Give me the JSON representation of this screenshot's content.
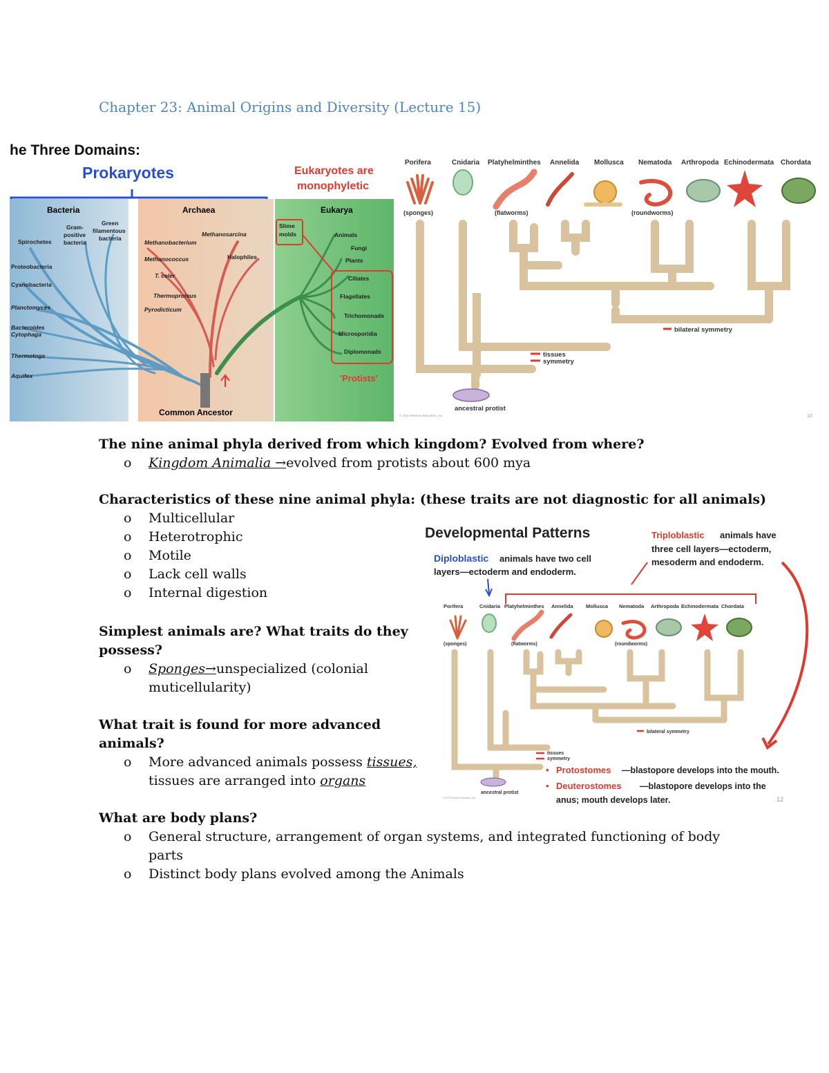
{
  "title": "Chapter 23: Animal Origins and Diversity (Lecture 15)",
  "domains_fig": {
    "heading": "he Three Domains:",
    "prokaryotes": "Prokaryotes",
    "eukaryotes_note_1": "Eukaryotes are",
    "eukaryotes_note_2": "monophyletic",
    "bacteria": "Bacteria",
    "archaea": "Archaea",
    "eukarya": "Eukarya",
    "gram_1": "Gram-",
    "gram_2": "positive",
    "gram_3": "bacteria",
    "green_1": "Green",
    "green_2": "filamentous",
    "green_3": "bacteria",
    "spirochetes": "Spirochetes",
    "proteobacteria": "Proteobacteria",
    "cyanobacteria": "Cyanobacteria",
    "planctomyces": "Planctomyces",
    "bacteroides_1": "Bacteroides",
    "bacteroides_2": "Cytophaga",
    "thermotoga": "Thermotoga",
    "aquifex": "Aquifex",
    "methanosarcina": "Methanosarcina",
    "methanobacterium": "Methanobacterium",
    "methanococcus": "Methanococcus",
    "halophiles": "Halophiles",
    "tceler": "T. celer",
    "thermoproteus": "Thermoproteus",
    "pyrodicticum": "Pyrodicticum",
    "slime_1": "Slime",
    "slime_2": "molds",
    "animals": "Animals",
    "fungi": "Fungi",
    "plants": "Plants",
    "ciliates": "Ciliates",
    "flagellates": "Flagellates",
    "trichomonads": "Trichomonads",
    "microsporidia": "Microsporidia",
    "diplomonads": "Diplomonads",
    "protists": "'Protists'",
    "common_ancestor": "Common Ancestor"
  },
  "phyla_fig": {
    "phyla": [
      "Porifera",
      "Cnidaria",
      "Platyhelminthes",
      "Annelida",
      "Mollusca",
      "Nematoda",
      "Arthropoda",
      "Echinodermata",
      "Chordata"
    ],
    "sponges": "(sponges)",
    "flatworms": "(flatworms)",
    "roundworms": "(roundworms)",
    "bilateral": "bilateral symmetry",
    "tissues": "tissues",
    "symmetry": "symmetry",
    "ancestral": "ancestral protist",
    "copyright": "© 2011 Pearson Education, Inc.",
    "page_no": "10"
  },
  "dev_fig": {
    "heading": "Developmental Patterns",
    "diplo_word": "Diploblastic",
    "diplo_rest_1": "animals have two cell",
    "diplo_rest_2": "layers—ectoderm and endoderm.",
    "triplo_word": "Triploblastic",
    "triplo_rest_1": "animals have",
    "triplo_rest_2": "three cell layers—ectoderm,",
    "triplo_rest_3": "mesoderm and endoderm.",
    "proto_word": "Protostomes",
    "proto_rest": "—blastopore develops into the mouth.",
    "deut_word": "Deuterostomes",
    "deut_rest_1": "—blastopore develops into the",
    "deut_rest_2": "anus; mouth develops later.",
    "page_no": "12"
  },
  "q1": {
    "question": "The nine animal phyla derived from which kingdom? Evolved from where?",
    "ans_term": "Kingdom Animalia →",
    "ans_rest": "evolved from protists about 600 mya"
  },
  "q2": {
    "question": "Characteristics of these nine animal phyla: (these traits are not diagnostic for all animals)",
    "items": [
      "Multicellular",
      "Heterotrophic",
      "Motile",
      "Lack cell walls",
      "Internal digestion"
    ]
  },
  "q3": {
    "question_1": "Simplest animals are? What traits do they",
    "question_2": "possess?",
    "ans_term": "Sponges→",
    "ans_rest_1": "unspecialized (colonial",
    "ans_rest_2": "muticellularity)"
  },
  "q4": {
    "question_1": "What trait is found for more advanced",
    "question_2": "animals?",
    "ans_1": "More advanced animals possess",
    "ans_term_1": "tissues,",
    "ans_2": "tissues are arranged into",
    "ans_term_2": "organs"
  },
  "q5": {
    "question": "What are body plans?",
    "item1_1": "General structure, arrangement of organ systems, and integrated functioning of body",
    "item1_2": "parts",
    "item2": "Distinct body plans evolved among the Animals"
  },
  "bullet": "o",
  "colors": {
    "title": "#4a86c5",
    "tree": "#d9c29e",
    "red": "#e03a2f",
    "blue": "#2a4fd1"
  }
}
